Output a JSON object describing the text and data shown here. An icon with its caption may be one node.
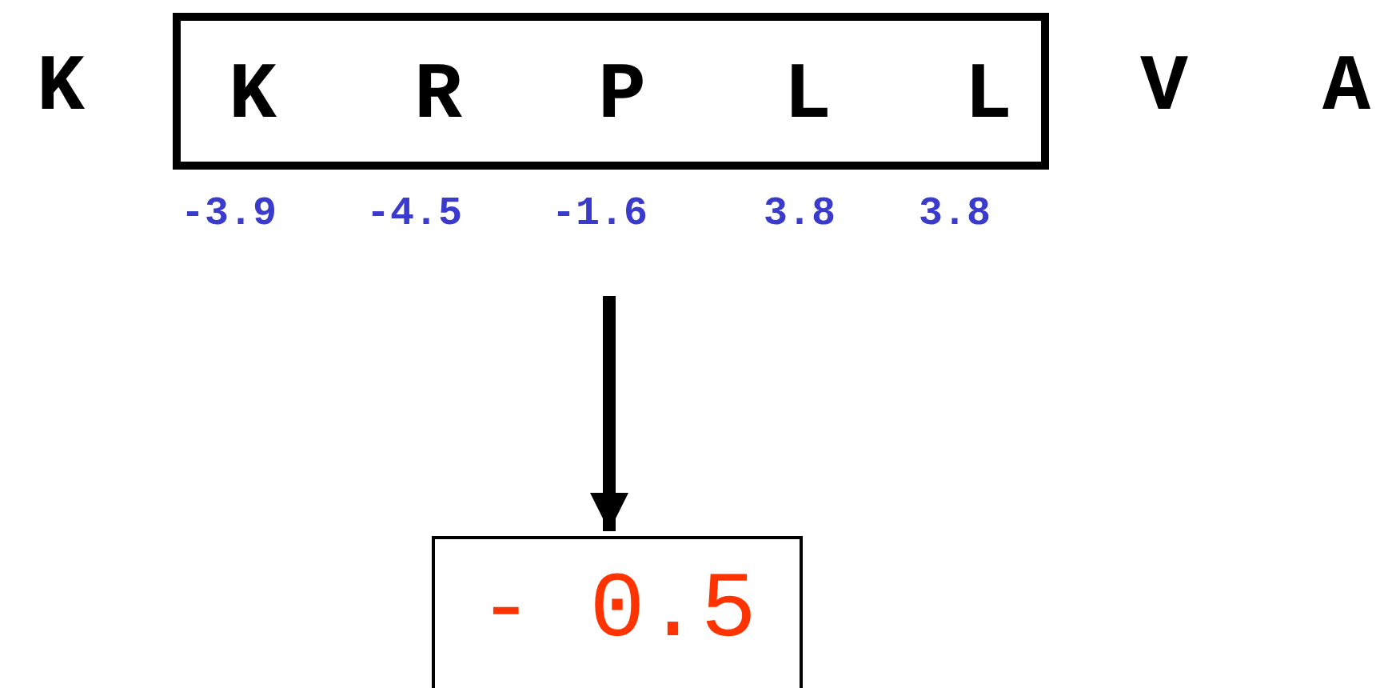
{
  "diagram": {
    "nodes": [
      {
        "text": [
          "K",
          "R",
          "P",
          "L",
          "L"
        ]
      },
      {
        "text": [
          "- 0.5"
        ]
      }
    ],
    "edges": [
      {
        "from": null,
        "to": 1,
        "arrow": "to"
      }
    ],
    "labels": [
      "K",
      "V",
      "A",
      "-3.9",
      "-4.5",
      "-1.6",
      "3.8",
      "3.8"
    ]
  }
}
